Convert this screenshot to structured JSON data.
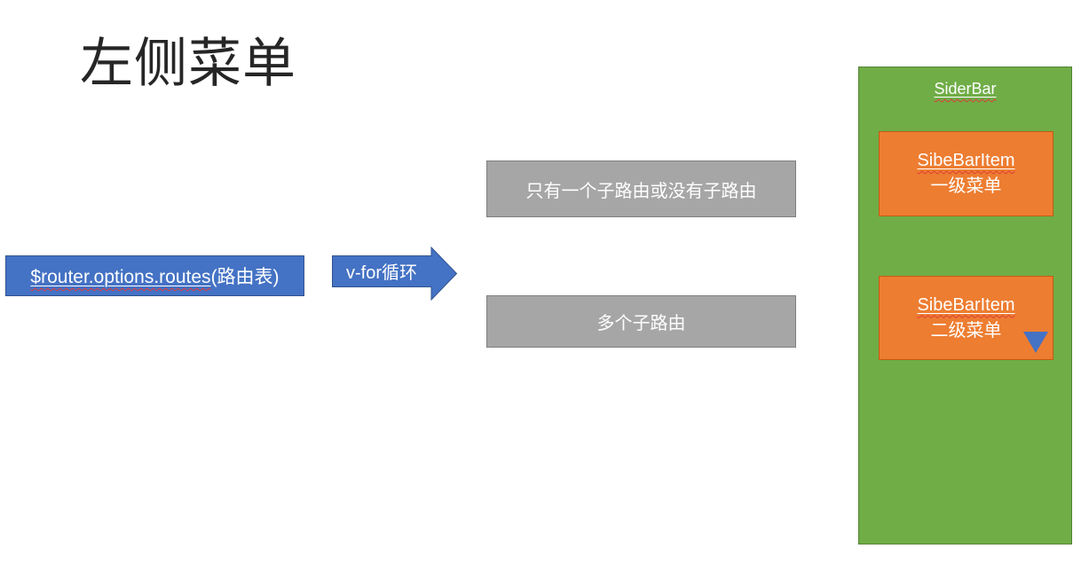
{
  "slide": {
    "title": "左侧菜单"
  },
  "flow": {
    "source_box": {
      "code_text": "$router.options.routes",
      "annotation": "(路由表)"
    },
    "arrow": {
      "label": "v-for循环",
      "direction": "right"
    },
    "case_single": {
      "label": "只有一个子路由或没有子路由"
    },
    "case_multiple": {
      "label": "多个子路由"
    }
  },
  "sidebar": {
    "title": "SiderBar",
    "items": [
      {
        "line1": "SibeBarItem",
        "line2": "一级菜单",
        "has_dropdown": false
      },
      {
        "line1": "SibeBarItem",
        "line2": "二级菜单",
        "has_dropdown": true
      }
    ],
    "dropdown_icon": "triangle-down"
  },
  "colors": {
    "shape-blue": "#4472C4",
    "shape-blue-border": "#2F528F",
    "shape-gray": "#A6A6A6",
    "shape-gray-border": "#7F7F7F",
    "shape-green": "#70AD47",
    "shape-green-border": "#538135",
    "shape-orange": "#ED7D31",
    "shape-orange-border": "#C55A11",
    "spellcheck-red": "#E03A3A",
    "title-color": "#262626"
  }
}
